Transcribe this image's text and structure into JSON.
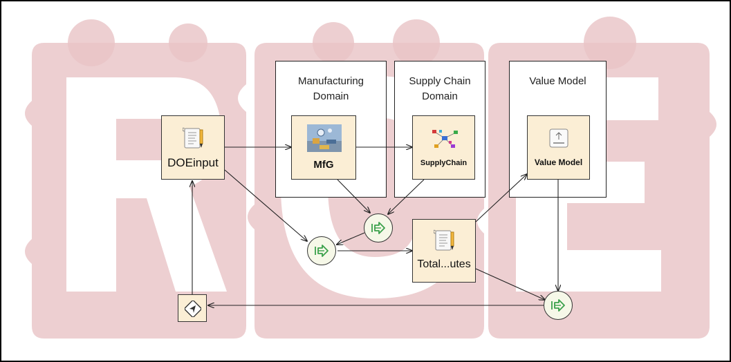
{
  "colors": {
    "watermark": "#e9c3c5",
    "node_fill": "#fbeed5",
    "merger_fill": "#f6f8e8",
    "merger_arrow": "#3aa04a",
    "wire": "#222222"
  },
  "watermark": {
    "text": "RCE"
  },
  "groups": [
    {
      "id": "manufacturing",
      "title": "Manufacturing\nDomain"
    },
    {
      "id": "supply_chain",
      "title": "Supply Chain\nDomain"
    },
    {
      "id": "value_model",
      "title": "Value Model"
    }
  ],
  "nodes": [
    {
      "id": "doeinput",
      "label": "DOEinput",
      "icon": "script-document-icon"
    },
    {
      "id": "mfg",
      "label": "MfG",
      "icon": "manufacturing-image-icon"
    },
    {
      "id": "supplychain",
      "label": "SupplyChain",
      "icon": "supply-chain-network-icon"
    },
    {
      "id": "valuemodel",
      "label": "Value Model",
      "icon": "value-model-icon"
    },
    {
      "id": "totalutes",
      "label": "Total...utes",
      "icon": "script-document-icon"
    },
    {
      "id": "converger",
      "label": "",
      "icon": "navigation-arrow-icon"
    }
  ],
  "mergers": [
    {
      "id": "merger_1",
      "icon": "merge-arrow-icon"
    },
    {
      "id": "merger_2",
      "icon": "merge-arrow-icon"
    },
    {
      "id": "merger_3",
      "icon": "merge-arrow-icon"
    }
  ],
  "connections": [
    {
      "from": "doeinput",
      "to": "mfg"
    },
    {
      "from": "mfg",
      "to": "supplychain"
    },
    {
      "from": "doeinput",
      "to": "merger_1"
    },
    {
      "from": "mfg",
      "to": "merger_2"
    },
    {
      "from": "supplychain",
      "to": "merger_2"
    },
    {
      "from": "merger_2",
      "to": "merger_1"
    },
    {
      "from": "merger_1",
      "to": "totalutes"
    },
    {
      "from": "totalutes",
      "to": "valuemodel"
    },
    {
      "from": "totalutes",
      "to": "merger_3"
    },
    {
      "from": "valuemodel",
      "to": "merger_3"
    },
    {
      "from": "merger_3",
      "to": "converger"
    },
    {
      "from": "converger",
      "to": "doeinput"
    }
  ]
}
